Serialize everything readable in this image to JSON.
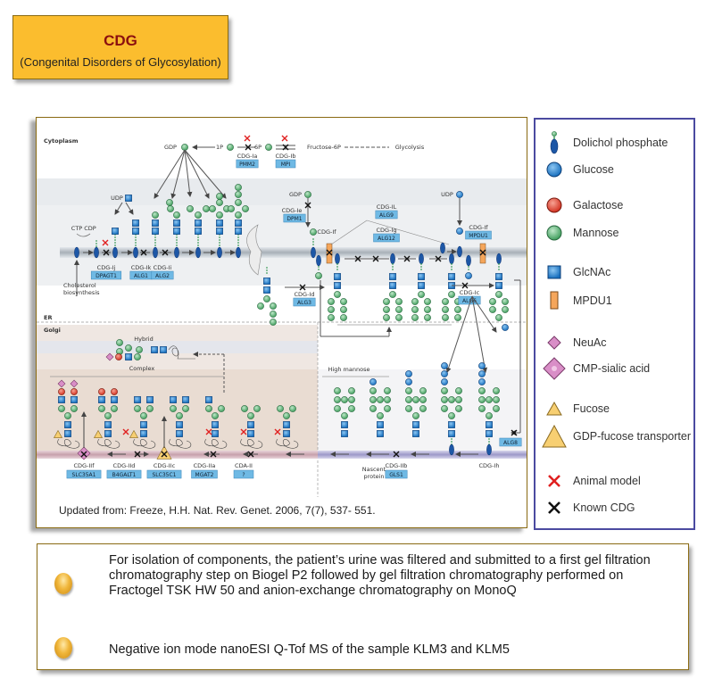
{
  "header": {
    "title": "CDG",
    "subtitle": "(Congenital Disorders of Glycosylation)"
  },
  "figure": {
    "compartments": {
      "cytoplasm": "Cytoplasm",
      "er": "ER",
      "golgi": "Golgi"
    },
    "top_pathway": {
      "gdp": "GDP",
      "p1": "1P",
      "p6": "6P",
      "fructose": "Fructose-6P",
      "glycolysis": "Glycolysis",
      "cdg_ia": "CDG-Ia",
      "pmm2": "PMM2",
      "cdg_ib": "CDG-Ib",
      "mpi": "MPI"
    },
    "er_labels": {
      "udp_left": "UDP",
      "ctp": "CTP",
      "cdp": "CDP",
      "cholesterol": "Cholesterol",
      "biosynthesis": "biosynthesis",
      "cdg_ij": "CDG-Ij",
      "dpagt1": "DPAGT1",
      "cdg_ik": "CDG-Ik",
      "alg1": "ALG1",
      "cdg_ii": "CDG-Ii",
      "alg2": "ALG2",
      "gdp_mid": "GDP",
      "cdg_ie": "CDG-Ie",
      "dpm1": "DPM1",
      "cdg_if_left": "CDG-If",
      "cdg_il": "CDG-IL",
      "alg9": "ALG9",
      "cdg_ig": "CDG-Ig",
      "alg12": "ALG12",
      "udp_right": "UDP",
      "cdg_if_right": "CDG-If",
      "mpdu1": "MPDU1",
      "cdg_id": "CDG-Id",
      "alg3": "ALG3",
      "cdg_ic": "CDG-Ic",
      "alg6": "ALG6"
    },
    "golgi_labels": {
      "hybrid": "Hybrid",
      "complex": "Complex",
      "high_mannose": "High mannose",
      "nascent": "Nascent",
      "protein": "protein",
      "alg8": "ALG8"
    },
    "golgi_defects": [
      {
        "cdg": "CDG-IIf",
        "gene": "SLC35A1"
      },
      {
        "cdg": "CDG-IId",
        "gene": "B4GALT1"
      },
      {
        "cdg": "CDG-IIc",
        "gene": "SLC35C1"
      },
      {
        "cdg": "CDG-IIa",
        "gene": "MGAT2"
      },
      {
        "cdg": "CDA-II",
        "gene": "?"
      },
      {
        "cdg": "CDG-IIb",
        "gene": "GLS1"
      },
      {
        "cdg": "CDG-Ih",
        "gene": ""
      }
    ],
    "citation": "Updated from: Freeze, H.H. Nat. Rev. Genet. 2006, 7(7), 537- 551."
  },
  "legend": {
    "items": [
      {
        "icon": "dolichol-phosphate-icon",
        "label": "Dolichol phosphate"
      },
      {
        "icon": "glucose-icon",
        "label": "Glucose",
        "color": "#1f7fd0"
      },
      {
        "icon": "galactose-icon",
        "label": "Galactose",
        "color": "#e0412f"
      },
      {
        "icon": "mannose-icon",
        "label": "Mannose",
        "color": "#4cae6a"
      },
      {
        "icon": "glcnac-icon",
        "label": "GlcNAc",
        "color": "#1f78c8"
      },
      {
        "icon": "mpdu1-icon",
        "label": "MPDU1",
        "color": "#f5a65b"
      },
      {
        "icon": "neuac-icon",
        "label": "NeuAc",
        "color": "#d98ec7"
      },
      {
        "icon": "cmp-sialic-acid-icon",
        "label": "CMP-sialic acid",
        "color": "#d98ec7"
      },
      {
        "icon": "fucose-icon",
        "label": "Fucose",
        "color": "#f7cf72"
      },
      {
        "icon": "gdp-fucose-transporter-icon",
        "label": "GDP-fucose transporter",
        "color": "#f7cf72"
      },
      {
        "icon": "animal-model-icon",
        "label": "Animal model",
        "color": "#e02020"
      },
      {
        "icon": "known-cdg-icon",
        "label": "Known CDG",
        "color": "#111111"
      }
    ]
  },
  "notes": [
    "For isolation of components, the patient’s urine was filtered and submitted to a first gel filtration chromatography step on Biogel P2 followed by gel filtration chromatography performed on Fractogel TSK HW 50 and anion-exchange chromatography on MonoQ",
    "Negative ion mode nanoESI Q-Tof MS of the sample KLM3 and KLM5"
  ]
}
